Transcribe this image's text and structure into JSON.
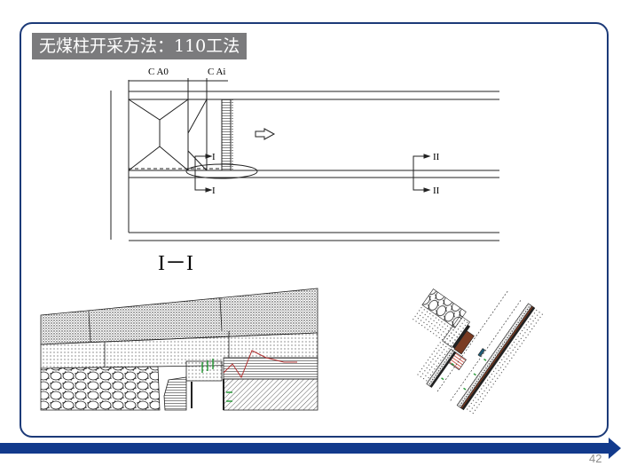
{
  "slide": {
    "title": "无煤柱开采方法：110工法",
    "page_number": "42",
    "accent_color": "#123a8c"
  },
  "plan_view": {
    "dim_label_1": "C A0",
    "dim_label_2": "C Ai",
    "section_1_top": "I",
    "section_1_bottom": "I",
    "section_2_top": "II",
    "section_2_bottom": "II"
  },
  "section_view": {
    "label": "I－I"
  }
}
